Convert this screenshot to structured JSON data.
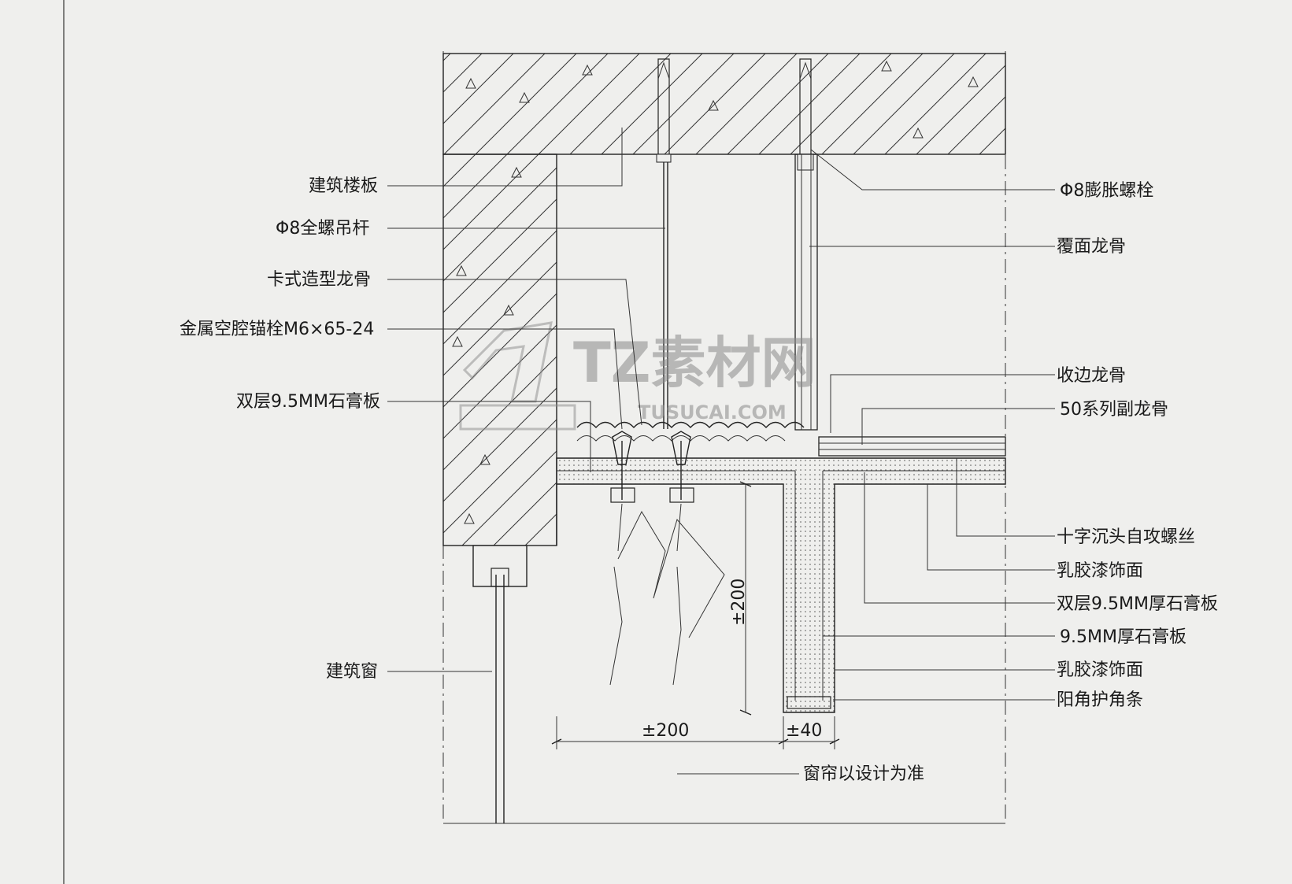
{
  "labels_left": {
    "floor_slab": "建筑楼板",
    "hanger_rod": "Φ8全螺吊杆",
    "clip_keel": "卡式造型龙骨",
    "anchor_bolt": "金属空腔锚栓M6×65-24",
    "double_gypsum": "双层9.5MM石膏板",
    "window": "建筑窗"
  },
  "labels_right": {
    "expansion_bolt": "Φ8膨胀螺栓",
    "cover_keel": "覆面龙骨",
    "edge_keel": "收边龙骨",
    "sub_keel": "50系列副龙骨",
    "screw": "十字沉头自攻螺丝",
    "latex_paint_1": "乳胶漆饰面",
    "double_gypsum_thick": "双层9.5MM厚石膏板",
    "gypsum_single": "9.5MM厚石膏板",
    "latex_paint_2": "乳胶漆饰面",
    "corner_guard": "阳角护角条"
  },
  "dimensions": {
    "vertical_200": "±200",
    "horizontal_200": "±200",
    "horizontal_40": "±40"
  },
  "note_curtain": "窗帘以设计为准",
  "watermark": {
    "main": "TZ素材网",
    "sub": "TUSUCAI.COM"
  }
}
